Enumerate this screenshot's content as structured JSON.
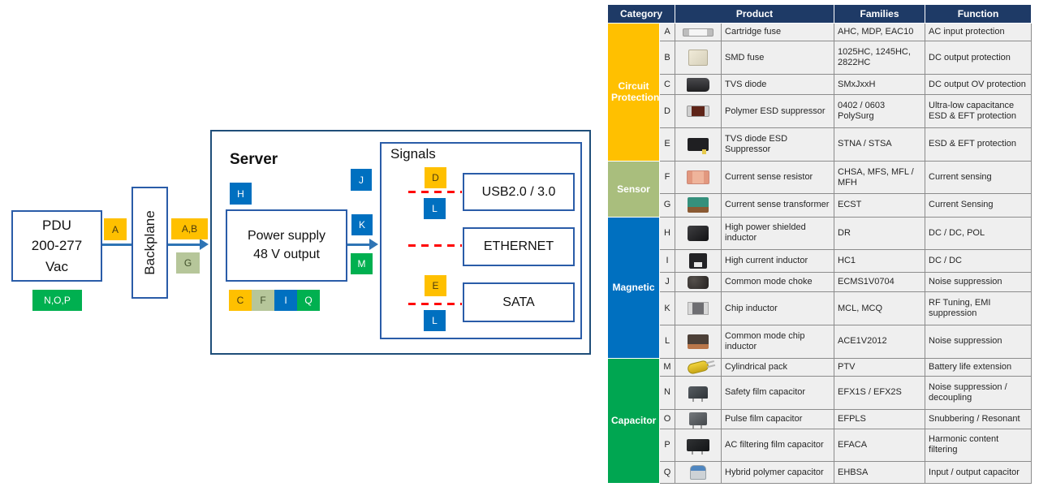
{
  "diagram": {
    "pdu": {
      "lines": [
        "PDU",
        "200-277",
        "Vac"
      ]
    },
    "pdu_components_badge": "N,O,P",
    "input_badge": "A",
    "backplane_label": "Backplane",
    "backplane_out_top_badge": "A,B",
    "backplane_out_bottom_badge": "G",
    "server": {
      "title": "Server",
      "h_badge": "H",
      "power_supply_lines": [
        "Power supply",
        "48 V output"
      ],
      "ps_badges": [
        "C",
        "F",
        "I",
        "Q"
      ],
      "j_badge": "J",
      "k_badge": "K",
      "m_badge": "M"
    },
    "signals": {
      "title": "Signals",
      "usb_top_badge": "D",
      "usb_bottom_badge": "L",
      "sata_top_badge": "E",
      "sata_bottom_badge": "L",
      "targets": [
        "USB2.0 / 3.0",
        "ETHERNET",
        "SATA"
      ]
    }
  },
  "table": {
    "headers": [
      "Category",
      "Product",
      "Families",
      "Function"
    ],
    "groups": [
      {
        "name": "Circuit Protection",
        "color": "#FFC000",
        "rows": [
          {
            "letter": "A",
            "icon": "cartridge-fuse",
            "product": "Cartridge fuse",
            "families": "AHC, MDP, EAC10",
            "function": "AC input protection"
          },
          {
            "letter": "B",
            "icon": "smd-fuse",
            "product": "SMD fuse",
            "families": "1025HC, 1245HC, 2822HC",
            "function": "DC output protection"
          },
          {
            "letter": "C",
            "icon": "tvs-diode",
            "product": "TVS diode",
            "families": "SMxJxxH",
            "function": "DC output OV protection"
          },
          {
            "letter": "D",
            "icon": "polymer-esd",
            "product": "Polymer ESD suppressor",
            "families": "0402 / 0603 PolySurg",
            "function": "Ultra-low capacitance ESD & EFT protection"
          },
          {
            "letter": "E",
            "icon": "tvs-esd",
            "product": "TVS diode ESD Suppressor",
            "families": "STNA / STSA",
            "function": "ESD & EFT protection"
          }
        ]
      },
      {
        "name": "Sensor",
        "color": "#A9BE7D",
        "rows": [
          {
            "letter": "F",
            "icon": "sense-resistor",
            "product": "Current sense resistor",
            "families": "CHSA, MFS, MFL / MFH",
            "function": "Current sensing"
          },
          {
            "letter": "G",
            "icon": "sense-transformer",
            "product": "Current sense transformer",
            "families": "ECST",
            "function": "Current Sensing"
          }
        ]
      },
      {
        "name": "Magnetic",
        "color": "#0070C0",
        "rows": [
          {
            "letter": "H",
            "icon": "shielded-inductor",
            "product": "High power shielded inductor",
            "families": "DR",
            "function": "DC / DC, POL"
          },
          {
            "letter": "I",
            "icon": "hc-inductor",
            "product": "High current inductor",
            "families": "HC1",
            "function": "DC / DC"
          },
          {
            "letter": "J",
            "icon": "cm-choke",
            "product": "Common mode choke",
            "families": "ECMS1V0704",
            "function": "Noise suppression"
          },
          {
            "letter": "K",
            "icon": "chip-inductor",
            "product": "Chip inductor",
            "families": "MCL, MCQ",
            "function": "RF Tuning, EMI suppression"
          },
          {
            "letter": "L",
            "icon": "cm-chip-inductor",
            "product": "Common mode chip inductor",
            "families": "ACE1V2012",
            "function": "Noise suppression"
          }
        ]
      },
      {
        "name": "Capacitor",
        "color": "#00A651",
        "rows": [
          {
            "letter": "M",
            "icon": "cylindrical-pack",
            "product": "Cylindrical pack",
            "families": "PTV",
            "function": "Battery life extension"
          },
          {
            "letter": "N",
            "icon": "safety-film-cap",
            "product": "Safety film capacitor",
            "families": "EFX1S / EFX2S",
            "function": "Noise suppression / decoupling"
          },
          {
            "letter": "O",
            "icon": "pulse-film-cap",
            "product": "Pulse film capacitor",
            "families": "EFPLS",
            "function": "Snubbering / Resonant"
          },
          {
            "letter": "P",
            "icon": "ac-film-cap",
            "product": "AC filtering film capacitor",
            "families": "EFACA",
            "function": "Harmonic content filtering"
          },
          {
            "letter": "Q",
            "icon": "hybrid-cap",
            "product": "Hybrid polymer capacitor",
            "families": "EHBSA",
            "function": "Input / output capacitor"
          }
        ]
      }
    ]
  },
  "colors": {
    "header_navy": "#1E3A66",
    "circuit_protection": "#FFC000",
    "sensor": "#A9BE7D",
    "magnetic": "#0070C0",
    "capacitor": "#00A651",
    "badge_gold": "#FFC000",
    "badge_sage": "#B6C69A",
    "badge_blue": "#0070C0",
    "badge_green": "#00B050",
    "arrow_blue": "#2E74B5",
    "dashed_red": "#FF0000",
    "box_border_blue": "#2A5CA8"
  }
}
